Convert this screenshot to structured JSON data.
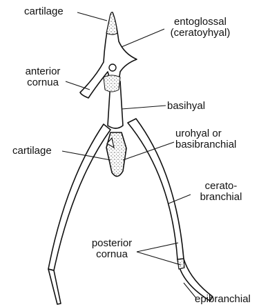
{
  "labels": {
    "cartilage_top": "cartilage",
    "entoglossal_line1": "entoglossal",
    "entoglossal_line2": "(ceratoyhyal)",
    "anterior_line1": "anterior",
    "anterior_line2": "cornua",
    "basihyal": "basihyal",
    "urohyal_line1": "urohyal or",
    "urohyal_line2": "basibranchial",
    "cartilage_mid": "cartilage",
    "cerato_line1": "cerato-",
    "cerato_line2": "branchial",
    "posterior_line1": "posterior",
    "posterior_line2": "cornua",
    "epibranchial": "epibranchial"
  },
  "colors": {
    "ink": "#111111",
    "bone_fill": "#ffffff",
    "cartilage_stipple": "#555555"
  }
}
